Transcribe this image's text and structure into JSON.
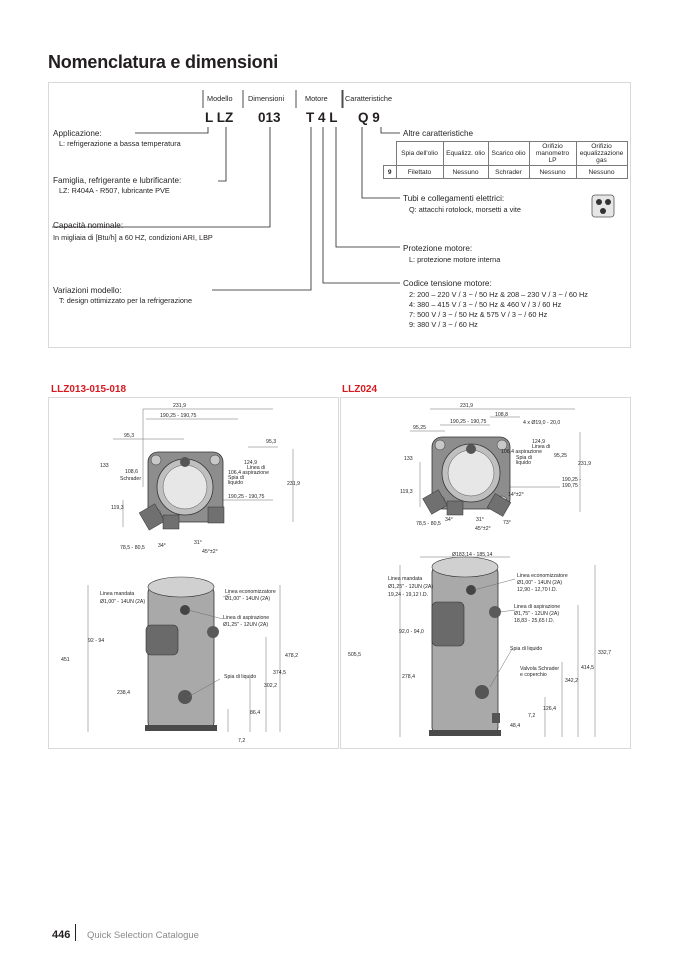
{
  "page_title": "Nomenclatura e dimensioni",
  "nomenclature": {
    "headers": [
      "Modello",
      "Dimensioni",
      "Motore",
      "Caratteristiche"
    ],
    "codes": [
      "L LZ",
      "013",
      "T 4 L",
      "Q 9"
    ],
    "left": [
      {
        "title": "Applicazione:",
        "line1": "L:   refrigerazione a bassa temperatura"
      },
      {
        "title": "Famiglia, refrigerante e lubrificante:",
        "line1": "LZ: R404A - R507, lubricante PVE"
      },
      {
        "title": "Capacità nominale:",
        "line1": "In migliaia di [Btu/h] a 60 HZ, condizioni ARI, LBP"
      },
      {
        "title": "Variazioni modello:",
        "line1": "T:   design ottimizzato per la refrigerazione"
      }
    ],
    "other_features": {
      "title": "Altre caratteristiche",
      "columns": [
        "Spia dell'olio",
        "Equalizz. olio",
        "Scarico olio",
        "Orifizio manometro LP",
        "Orifizio equalizzazione gas"
      ],
      "row_label": "9",
      "row_values": [
        "Filettato",
        "Nessuno",
        "Schrader",
        "Nessuno",
        "Nessuno"
      ]
    },
    "connections": {
      "title": "Tubi e collegamenti elettrici:",
      "line1": "Q:  attacchi rotolock, morsetti a vite"
    },
    "protection": {
      "title": "Protezione motore:",
      "line1": "L:   protezione motore interna"
    },
    "voltage": {
      "title": "Codice tensione motore:",
      "lines": [
        "2:   200 – 220 V / 3 ~ / 50 Hz & 208 – 230 V / 3 ~ / 60 Hz",
        "4:   380 – 415 V / 3 ~ / 50 Hz & 460 V / 3 / 60 Hz",
        "7:   500 V / 3 ~ / 50 Hz & 575 V / 3 ~ / 60 Hz",
        "9:   380 V / 3 ~ / 60 Hz"
      ]
    }
  },
  "panels": {
    "left": {
      "title": "LLZ013-015-018",
      "top_dims": [
        "231,9",
        "190,25 - 190,75",
        "95,3",
        "95,3",
        "133",
        "108,6",
        "Schrader",
        "124,9",
        "Linea di",
        "106,4 aspirazione",
        "Spia di",
        "liquido",
        "231,9",
        "190,25 - 190,75",
        "119,3",
        "78,5 - 80,5",
        "34°",
        "31°",
        "45°±2°"
      ],
      "side_labels": [
        "Linea mandata",
        "Ø1,00\" - 14UN (2A)",
        "Linea economizzatore",
        "Ø1,00\" - 14UN (2A)",
        "Linea di aspirazione",
        "Ø1,25\" - 12UN (2A)",
        "Spia di liquido"
      ],
      "side_dims": [
        "92 - 94",
        "451",
        "238,4",
        "478,2",
        "374,5",
        "302,2",
        "86,4",
        "7,2"
      ]
    },
    "right": {
      "title": "LLZ024",
      "top_dims": [
        "231,9",
        "108,8",
        "190,25 - 190,75",
        "4 x Ø19,0 - 20,0",
        "95,25",
        "124,9",
        "Linea di",
        "106,4 aspirazione",
        "95,25",
        "Spia di",
        "liquido",
        "133",
        "231,9",
        "190,25 -",
        "190,75",
        "119,3",
        "14°±2°",
        "78,5 - 80,5",
        "34°",
        "31°",
        "73°",
        "45°±2°"
      ],
      "side_labels": [
        "Linea mandata",
        "Ø1,25\" - 12UN (2A)",
        "19,24 - 19,12 I.D.",
        "Linea economizzatore",
        "Ø1,00\" - 14UN (2A)",
        "12,90 - 12,70 I.D.",
        "Linea di aspirazione",
        "Ø1,75\" - 12UN (2A)",
        "18,83 - 25,65 I.D.",
        "Spia di liquido",
        "Valvola Schrader",
        "e coperchio"
      ],
      "side_dims": [
        "Ø183,14 - 185,14",
        "92,0 - 94,0",
        "505,5",
        "278,4",
        "332,7",
        "414,5",
        "342,2",
        "126,4",
        "7,2",
        "48,4"
      ]
    }
  },
  "footer": {
    "page_number": "446",
    "label": "Quick Selection Catalogue"
  },
  "colors": {
    "accent": "#d71920",
    "text": "#231f20",
    "border": "#d9d9d9"
  }
}
